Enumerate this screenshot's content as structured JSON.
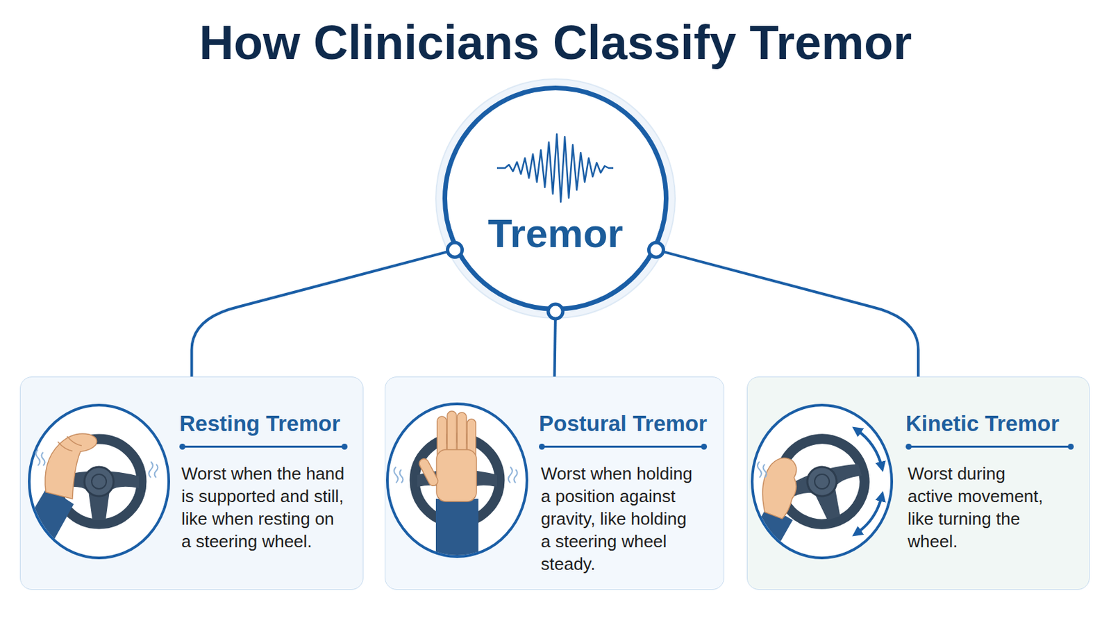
{
  "diagram": {
    "title": "How Clinicians Classify Tremor",
    "nodes": [
      {
        "text": [
          "Tremor"
        ]
      },
      {
        "text": [
          "Resting Tremor",
          "Worst when the hand is supported and still, like when resting on a steering wheel."
        ]
      },
      {
        "text": [
          "Postural Tremor",
          "Worst when holding a position against gravity, like holding a steering wheel steady."
        ]
      },
      {
        "text": [
          "Kinetic Tremor",
          "Worst during active movement, like turning the wheel."
        ]
      }
    ],
    "edges": [
      {
        "from": 0,
        "to": 1,
        "arrow": "none"
      },
      {
        "from": 0,
        "to": 2,
        "arrow": "none"
      },
      {
        "from": 0,
        "to": 3,
        "arrow": "none"
      }
    ]
  }
}
